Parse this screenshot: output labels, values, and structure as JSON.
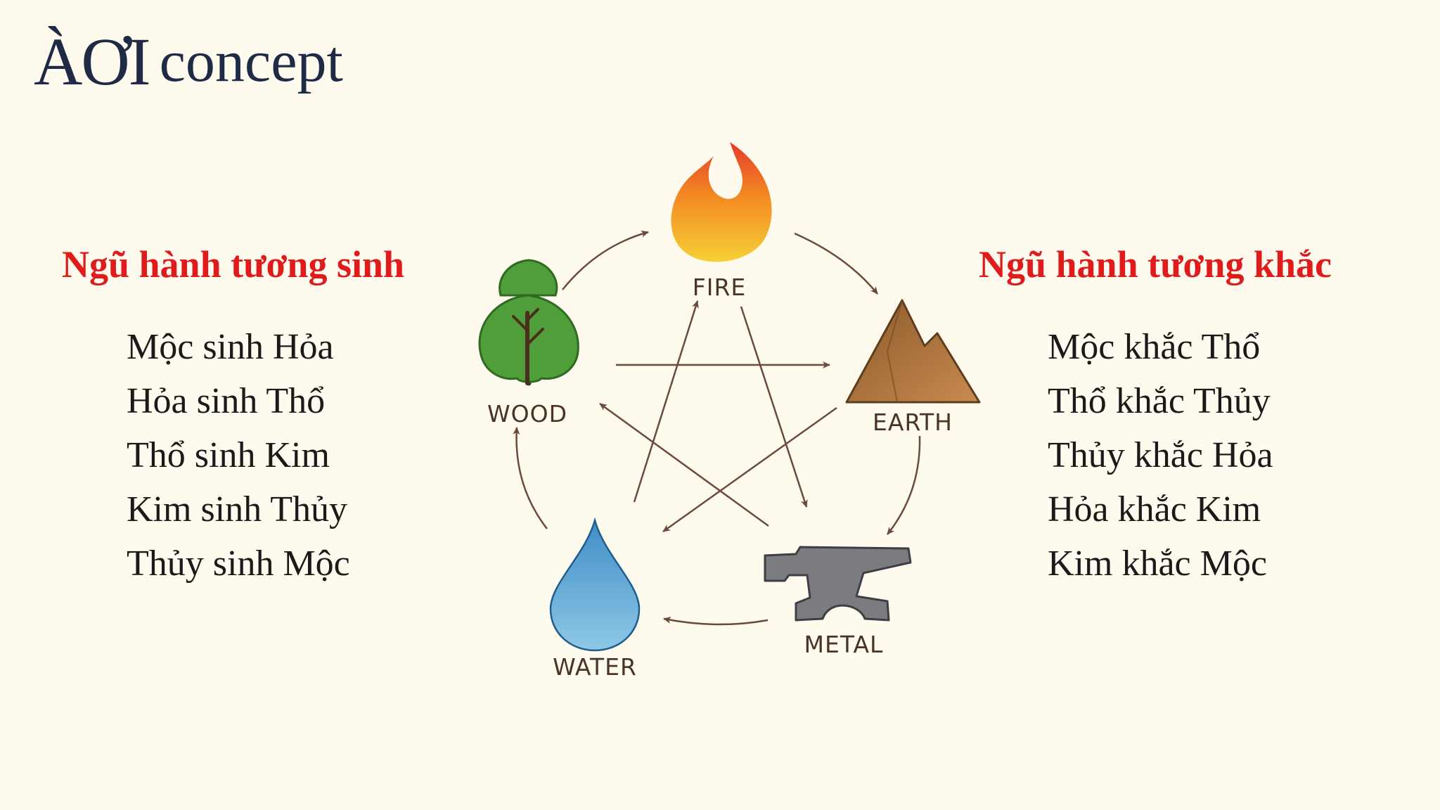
{
  "brand": {
    "mark": "ÀƠI",
    "word": "concept"
  },
  "left": {
    "title": "Ngũ hành tương sinh",
    "items": [
      "Mộc sinh Hỏa",
      "Hỏa sinh Thổ",
      "Thổ sinh Kim",
      "Kim sinh Thủy",
      "Thủy sinh Mộc"
    ]
  },
  "right": {
    "title": "Ngũ hành tương khắc",
    "items": [
      "Mộc khắc Thổ",
      "Thổ khắc Thủy",
      "Thủy khắc Hỏa",
      "Hỏa khắc Kim",
      "Kim khắc Mộc"
    ]
  },
  "elements": {
    "fire": "FIRE",
    "earth": "EARTH",
    "metal": "METAL",
    "water": "WATER",
    "wood": "WOOD"
  },
  "colors": {
    "title_red": "#e01b1b",
    "arrow": "#6b4a3c",
    "background": "#fefaee"
  }
}
